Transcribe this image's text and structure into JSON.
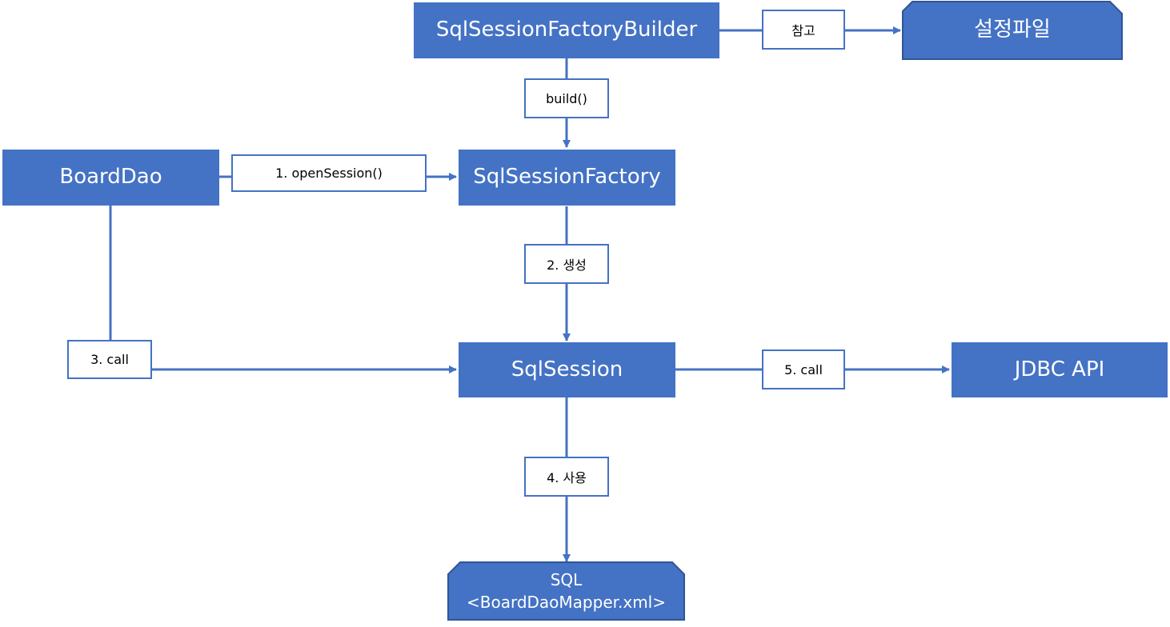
{
  "nodes": {
    "builder": "SqlSessionFactoryBuilder",
    "config_file": "설정파일",
    "factory": "SqlSessionFactory",
    "board_dao": "BoardDao",
    "session": "SqlSession",
    "jdbc": "JDBC API",
    "sql_line1": "SQL",
    "sql_line2": "<BoardDaoMapper.xml>"
  },
  "edges": {
    "refer": "참고",
    "build": "build()",
    "open_session": "1. openSession()",
    "create": "2. 생성",
    "call_3": "3. call",
    "use_4": "4. 사용",
    "call_5": "5. call"
  },
  "colors": {
    "node_fill": "#4472c4",
    "node_text": "#ffffff",
    "edge": "#4472c4",
    "label_text": "#000000"
  }
}
